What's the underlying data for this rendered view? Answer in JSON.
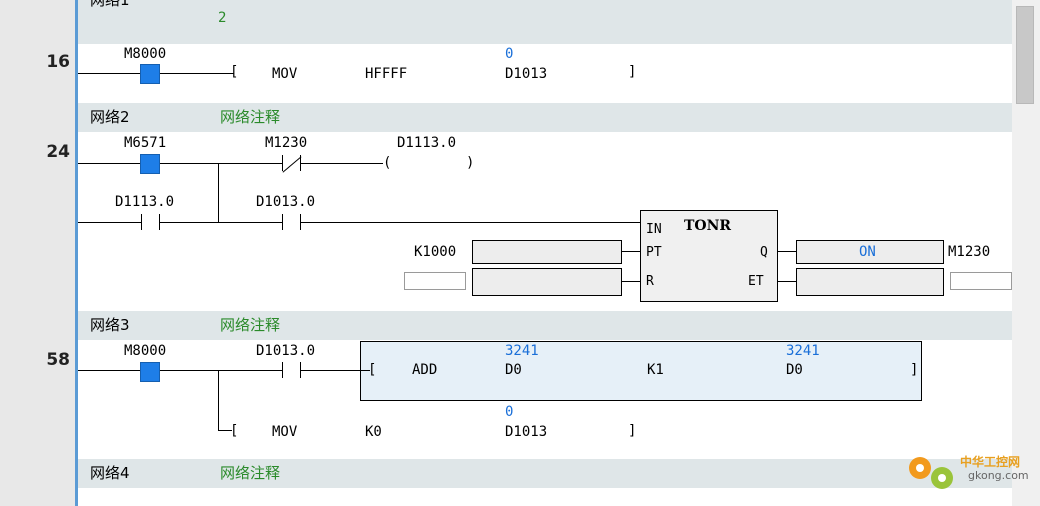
{
  "rows": [
    "16",
    "24",
    "58"
  ],
  "net1": {
    "label": "网络1",
    "count": "2"
  },
  "n16": {
    "contact": "M8000",
    "op": "MOV",
    "src": "HFFFF",
    "dst_val": "0",
    "dst": "D1013"
  },
  "net2": {
    "label": "网络2",
    "comment": "网络注释"
  },
  "n24": {
    "c1": "M6571",
    "c2": "M1230",
    "coil": "D1113.0",
    "c3": "D1113.0",
    "c4": "D1013.0",
    "timer_title": "TONR",
    "in": "IN",
    "pt": "PT",
    "r": "R",
    "q": "Q",
    "et": "ET",
    "k1000": "K1000",
    "q_val": "ON",
    "q_out": "M1230"
  },
  "net3": {
    "label": "网络3",
    "comment": "网络注释"
  },
  "n58": {
    "c1": "M8000",
    "c2": "D1013.0",
    "op": "ADD",
    "a_val": "3241",
    "a": "D0",
    "b": "K1",
    "d_val": "3241",
    "d": "D0",
    "op2": "MOV",
    "src2": "K0",
    "dst2_val": "0",
    "dst2": "D1013"
  },
  "net4": {
    "label": "网络4",
    "comment": "网络注释"
  },
  "watermark": {
    "cn": "中华工控网",
    "en": "gkong.com"
  }
}
